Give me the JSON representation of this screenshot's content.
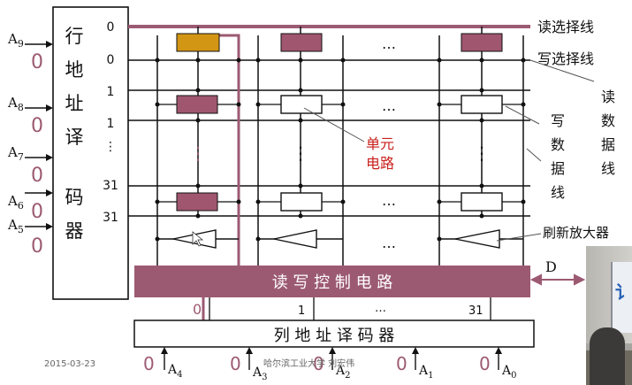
{
  "row_decoder": {
    "label_chars": [
      "行",
      "地",
      "址",
      "译",
      "码",
      "器"
    ],
    "output_labels": [
      "0",
      "0",
      "1",
      "1",
      "⋮",
      "31",
      "31"
    ]
  },
  "address_inputs": {
    "row": [
      {
        "name": "A",
        "sub": "9",
        "value": "0"
      },
      {
        "name": "A",
        "sub": "8",
        "value": "0"
      },
      {
        "name": "A",
        "sub": "7",
        "value": "0"
      },
      {
        "name": "A",
        "sub": "6",
        "value": "0"
      },
      {
        "name": "A",
        "sub": "5",
        "value": "0"
      }
    ],
    "col": [
      {
        "name": "A",
        "sub": "4",
        "value": "0"
      },
      {
        "name": "A",
        "sub": "3",
        "value": "0"
      },
      {
        "name": "A",
        "sub": "2",
        "value": "0"
      },
      {
        "name": "A",
        "sub": "1",
        "value": "0"
      },
      {
        "name": "A",
        "sub": "0",
        "value": "0"
      }
    ]
  },
  "labels": {
    "read_select_line": "读选择线",
    "write_select_line": "写选择线",
    "read_data_line_chars": [
      "读",
      "数",
      "据",
      "线"
    ],
    "write_data_line_chars": [
      "写",
      "数",
      "据",
      "线"
    ],
    "unit_circuit_chars": [
      "单元",
      "电路"
    ],
    "refresh_amplifier": "刷新放大器",
    "data_port": "D",
    "rw_control": "读 写 控 制 电 路",
    "col_decoder": "列 地 址 译 码 器",
    "col_select_outputs": [
      "0",
      "1",
      "…",
      "31"
    ],
    "ellipsis": "…",
    "vdots": "⋮"
  },
  "footer": {
    "date": "2015-03-23",
    "source": "哈尔滨工业大学 刘宏伟"
  },
  "webcam": {
    "board_text": "讠"
  },
  "colors": {
    "accent": "#9c5a72",
    "cell_fill": "#a0566e",
    "selected_cell": "#d29614",
    "red_text": "#c8201c",
    "line": "#111111"
  }
}
